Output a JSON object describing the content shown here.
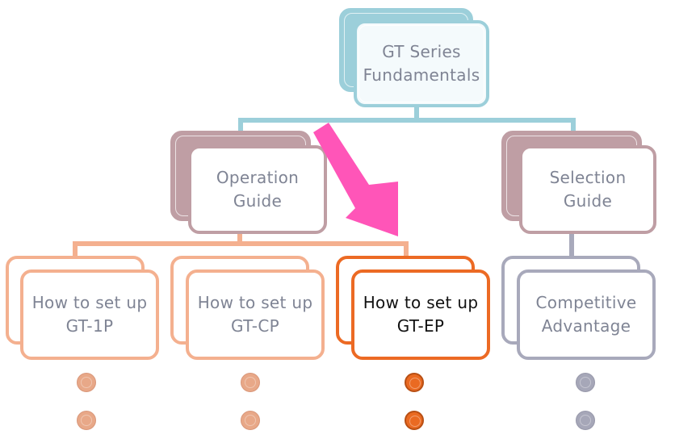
{
  "diagram": {
    "root": {
      "label": "GT Series\nFundamentals",
      "color": "#9ccfda",
      "front_bg": "#f4fafc"
    },
    "level1": [
      {
        "label": "Operation\nGuide",
        "color": "#bf9ea4"
      },
      {
        "label": "Selection\nGuide",
        "color": "#bf9ea4"
      }
    ],
    "level2": [
      {
        "label": "How to set up\nGT-1P",
        "color": "#f4b08f",
        "active": false
      },
      {
        "label": "How to set up\nGT-CP",
        "color": "#f4b08f",
        "active": false
      },
      {
        "label": "How to set up\nGT-EP",
        "color": "#ec6a24",
        "active": true
      },
      {
        "label": "Competitive\nAdvantage",
        "color": "#a8a9bb",
        "active": false
      }
    ],
    "bullets": [
      {
        "color": "#e8a888",
        "border": "#d9977a",
        "count": 2
      },
      {
        "color": "#e8a888",
        "border": "#d9977a",
        "count": 2
      },
      {
        "color": "#ea6a22",
        "border": "#b84f14",
        "count": 2
      },
      {
        "color": "#a6a7b8",
        "border": "#9798aa",
        "count": 2
      }
    ],
    "highlight_arrow": {
      "color": "#ff55b8",
      "points_to": "How to set up GT-EP"
    },
    "connector_colors": {
      "root": "#9ccfda",
      "operation": "#f4b08f",
      "selection": "#a8a9bb"
    }
  }
}
